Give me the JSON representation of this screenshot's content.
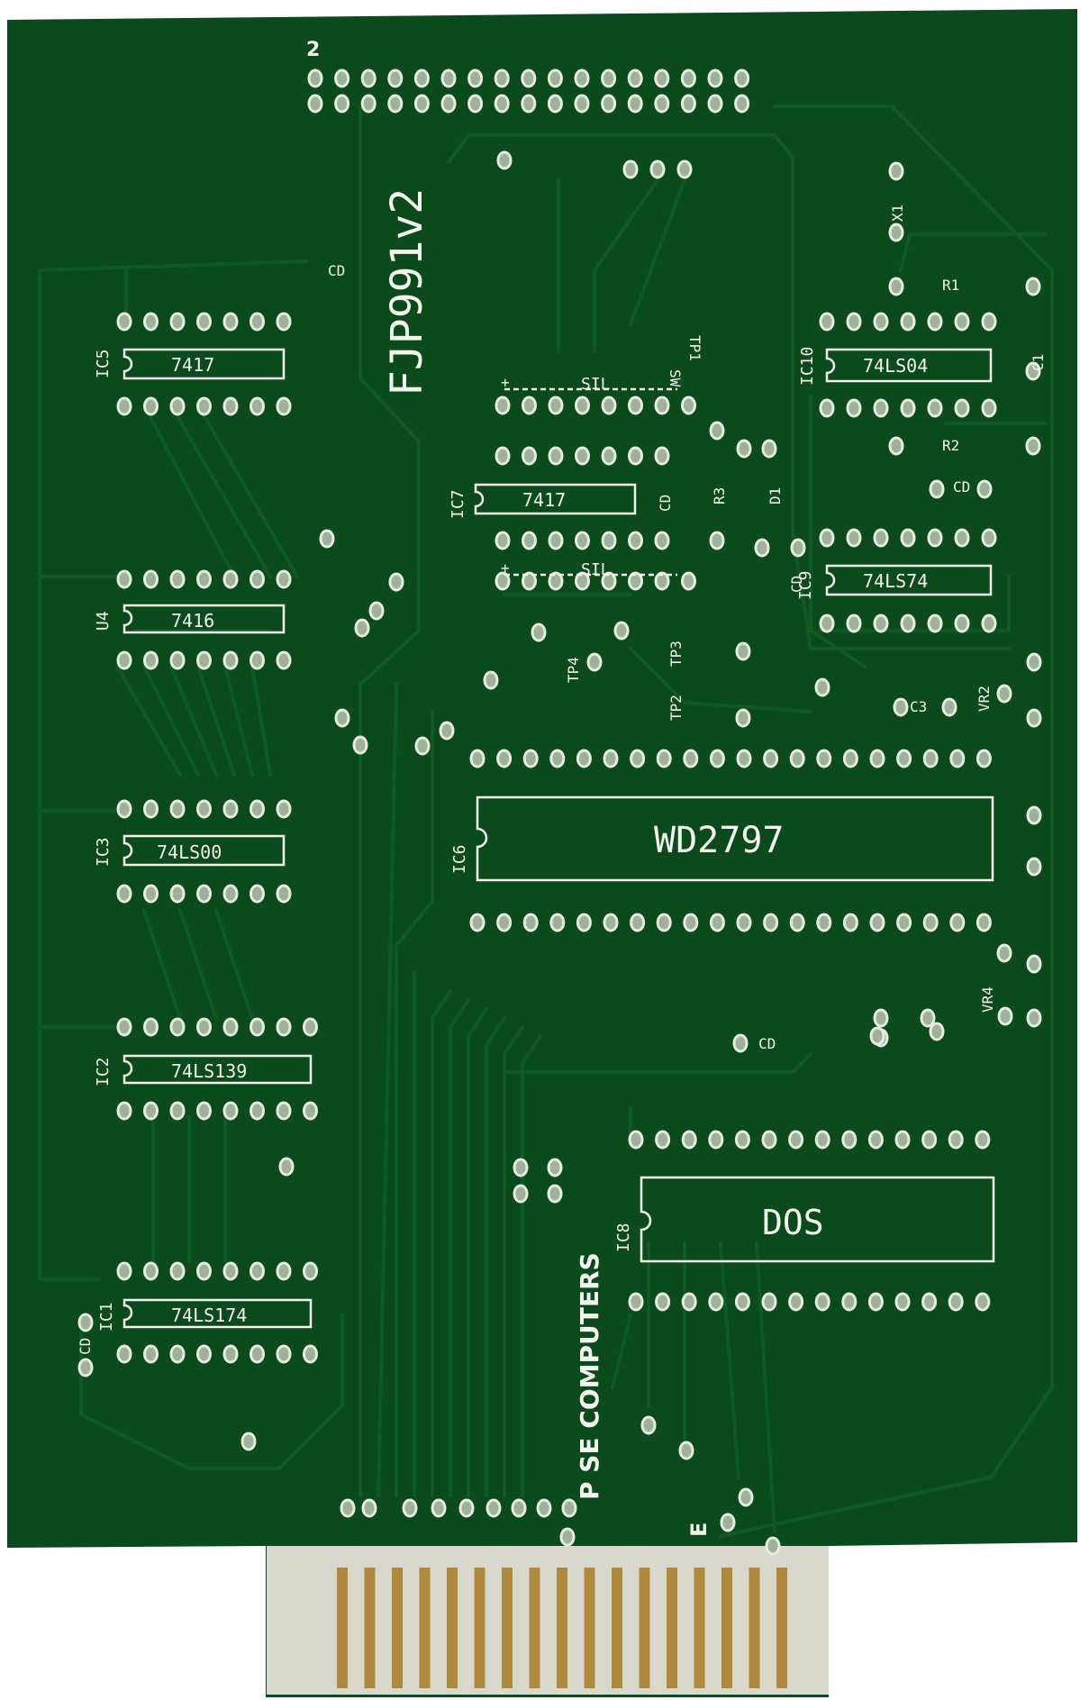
{
  "board": {
    "title": "FJP991v2",
    "maker": "P SE COMPUTERS",
    "connector_mark": "2",
    "edge_mark": "E",
    "colors": {
      "background": "#ffffff",
      "board": "#0b4a1c",
      "trace": "#0f5a24",
      "silkscreen": "#f4f4ee",
      "gold_finger": "#b08a3c",
      "substrate": "#d8d8cc"
    }
  },
  "chips": [
    {
      "ref": "IC5",
      "part": "7417"
    },
    {
      "ref": "U4",
      "part": "7416"
    },
    {
      "ref": "IC3",
      "part": "74LS00"
    },
    {
      "ref": "IC2",
      "part": "74LS139"
    },
    {
      "ref": "IC1",
      "part": "74LS174"
    },
    {
      "ref": "IC7",
      "part": "7417"
    },
    {
      "ref": "IC6",
      "part": "WD2797"
    },
    {
      "ref": "IC8",
      "part": "DOS"
    },
    {
      "ref": "IC10",
      "part": "74LS04"
    },
    {
      "ref": "IC9",
      "part": "74LS74"
    }
  ],
  "sil": {
    "top": "SIL",
    "bottom": "SIL",
    "plus": "+"
  },
  "labels": {
    "sw": "SW",
    "tp1": "TP1",
    "tp2": "TP2",
    "tp3": "TP3",
    "tp4": "TP4",
    "r1": "R1",
    "r2": "R2",
    "r3": "R3",
    "d1": "D1",
    "x1": "X1",
    "c1": "C1",
    "c3": "C3",
    "vr2": "VR2",
    "vr4": "VR4",
    "cd": "CD"
  }
}
